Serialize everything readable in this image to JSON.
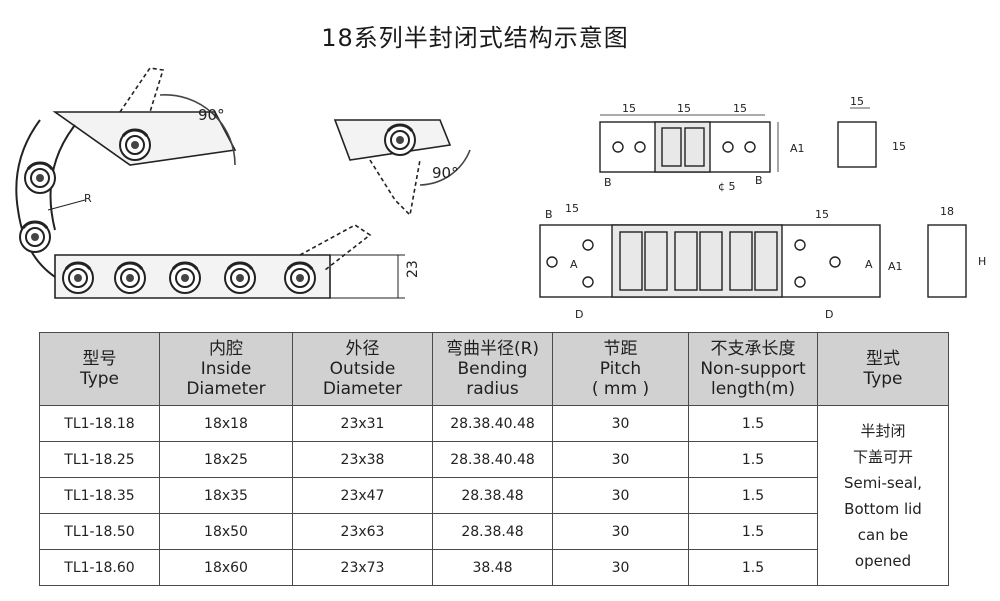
{
  "page_title": "18系列半封闭式结构示意图",
  "diagram": {
    "angle_label_1": "90°",
    "angle_label_2": "90°",
    "radius_label": "R",
    "height_label": "23",
    "top_view_dims": {
      "d1": "15",
      "d2": "15",
      "d3": "15",
      "b_left": "B",
      "b_right": "B",
      "hole": "¢ 5",
      "a1": "A1"
    },
    "side_view_small": {
      "d1": "15",
      "d2": "15"
    },
    "bottom_view_dims": {
      "b": "B",
      "d1": "15",
      "d2": "15",
      "a_left": "A",
      "a_right": "A",
      "a1": "A1",
      "d_left": "D",
      "d_right": "D"
    },
    "cross_section": {
      "w": "18",
      "h": "H"
    }
  },
  "table": {
    "headers": [
      {
        "zh": "型号",
        "en1": "Type",
        "en2": ""
      },
      {
        "zh": "内腔",
        "en1": "Inside",
        "en2": "Diameter"
      },
      {
        "zh": "外径",
        "en1": "Outside",
        "en2": "Diameter"
      },
      {
        "zh": "弯曲半径(R)",
        "en1": "Bending",
        "en2": "radius"
      },
      {
        "zh": "节距",
        "en1": "Pitch",
        "en2": "( mm )"
      },
      {
        "zh": "不支承长度",
        "en1": "Non-support",
        "en2": "length(m)"
      },
      {
        "zh": "型式",
        "en1": "Type",
        "en2": ""
      }
    ],
    "rows": [
      {
        "model": "TL1-18.18",
        "inside": "18x18",
        "outside": "23x31",
        "radius": "28.38.40.48",
        "pitch": "30",
        "length": "1.5"
      },
      {
        "model": "TL1-18.25",
        "inside": "18x25",
        "outside": "23x38",
        "radius": "28.38.40.48",
        "pitch": "30",
        "length": "1.5"
      },
      {
        "model": "TL1-18.35",
        "inside": "18x35",
        "outside": "23x47",
        "radius": "28.38.48",
        "pitch": "30",
        "length": "1.5"
      },
      {
        "model": "TL1-18.50",
        "inside": "18x50",
        "outside": "23x63",
        "radius": "28.38.48",
        "pitch": "30",
        "length": "1.5"
      },
      {
        "model": "TL1-18.60",
        "inside": "18x60",
        "outside": "23x73",
        "radius": "38.48",
        "pitch": "30",
        "length": "1.5"
      }
    ],
    "type_lines": [
      "半封闭",
      "下盖可开",
      "Semi-seal,",
      "Bottom lid",
      "can be",
      "opened"
    ]
  }
}
